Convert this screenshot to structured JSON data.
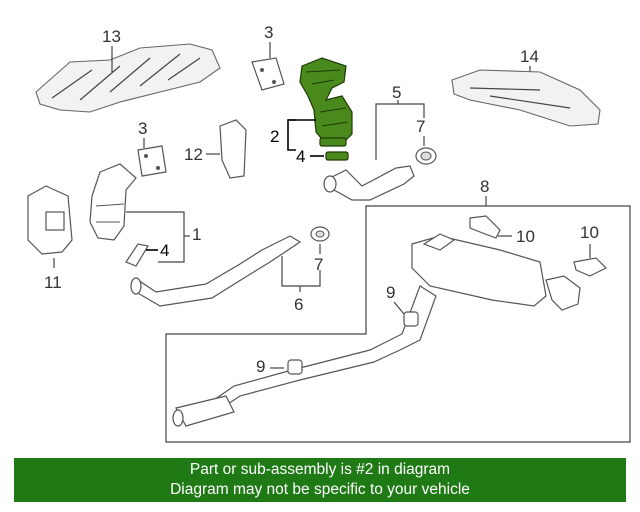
{
  "diagram": {
    "callouts": {
      "c13": "13",
      "c3_top": "3",
      "c14": "14",
      "c2": "2",
      "c5": "5",
      "c7_upper": "7",
      "c4_upper": "4",
      "c3_left": "3",
      "c12": "12",
      "c8": "8",
      "c1": "1",
      "c4_lower": "4",
      "c10_left": "10",
      "c10_right": "10",
      "c11": "11",
      "c7_lower": "7",
      "c9_upper": "9",
      "c6": "6",
      "c9_lower": "9"
    },
    "highlighted_part": "2",
    "highlight_color": "#4a8a1c"
  },
  "footer": {
    "line1": "Part or sub-assembly is #2 in diagram",
    "line2": "Diagram may not be specific to your vehicle",
    "background_color": "#1f7a16",
    "text_color": "#ffffff"
  }
}
